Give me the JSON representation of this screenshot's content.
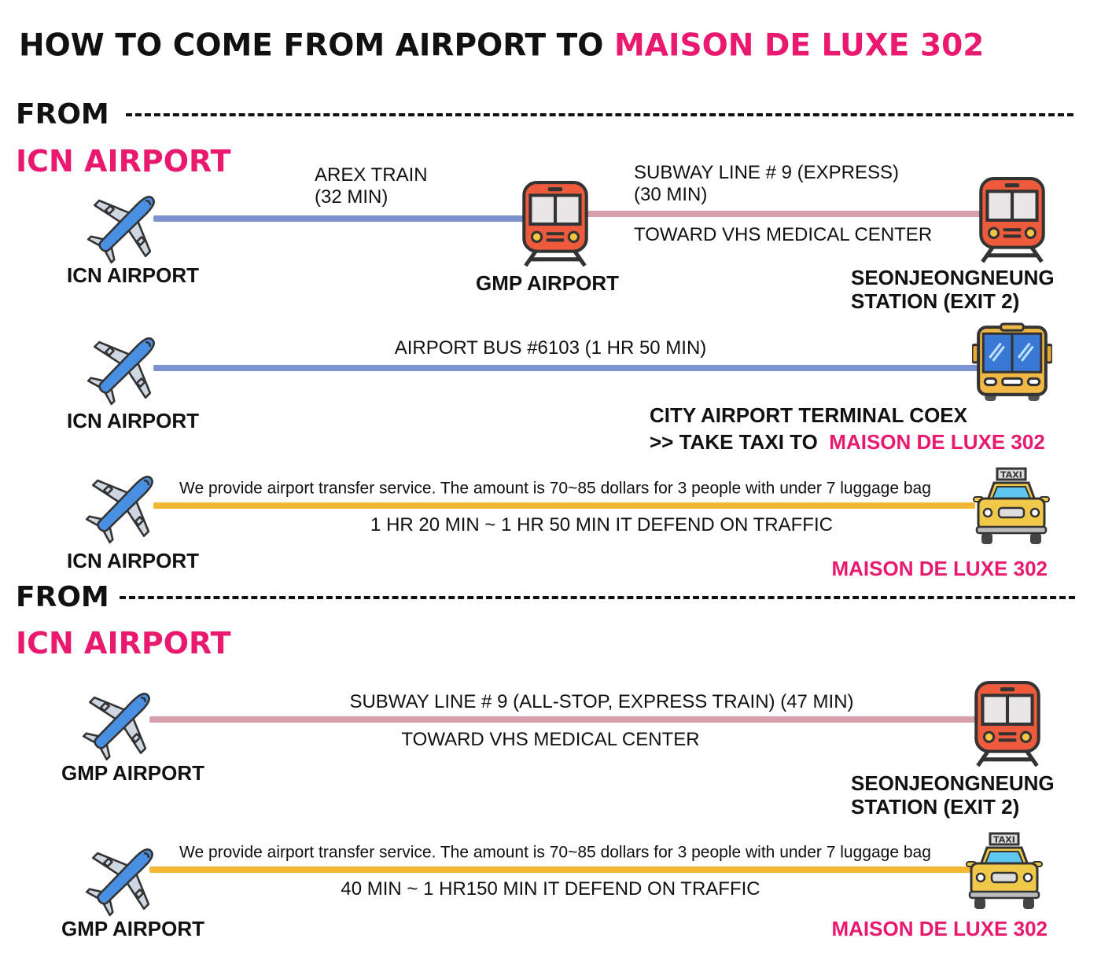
{
  "title": {
    "prefix": "HOW TO COME FROM AIRPORT TO",
    "highlight": "MAISON DE LUXE 302"
  },
  "colors": {
    "accent": "#e8196e",
    "train_line": "#7d93cf",
    "subway_line": "#d8a0aa",
    "taxi_line": "#f2b733"
  },
  "section1": {
    "from_label": "FROM",
    "origin": "ICN AIRPORT",
    "route_train": {
      "start": "ICN AIRPORT",
      "leg1_name": "AREX TRAIN",
      "leg1_time": "(32 MIN)",
      "transfer": "GMP AIRPORT",
      "leg2_name": "SUBWAY LINE # 9 (EXPRESS)",
      "leg2_time": "(30 MIN)",
      "leg2_direction": "TOWARD VHS MEDICAL CENTER",
      "end_line1": "SEONJEONGNEUNG",
      "end_line2": "STATION (EXIT 2)",
      "icons": [
        "airplane-icon",
        "train-icon",
        "train-icon"
      ]
    },
    "route_bus": {
      "start": "ICN AIRPORT",
      "leg": "AIRPORT BUS #6103 (1 HR 50 MIN)",
      "end_line1": "CITY AIRPORT TERMINAL COEX",
      "end_line2_prefix": ">> TAKE TAXI TO",
      "end_line2_highlight": "MAISON DE LUXE 302",
      "icons": [
        "airplane-icon",
        "bus-icon"
      ]
    },
    "route_taxi": {
      "start": "ICN AIRPORT",
      "note": "We provide airport transfer service. The amount is 70~85 dollars for 3 people with under 7 luggage bag",
      "duration": "1 HR 20 MIN ~ 1 HR 50 MIN IT DEFEND ON TRAFFIC",
      "end": "MAISON DE LUXE 302",
      "icons": [
        "airplane-icon",
        "taxi-icon"
      ]
    }
  },
  "section2": {
    "from_label": "FROM",
    "origin": "ICN AIRPORT",
    "route_subway": {
      "start": "GMP AIRPORT",
      "leg": "SUBWAY LINE # 9 (ALL-STOP, EXPRESS TRAIN) (47 MIN)",
      "direction": "TOWARD VHS MEDICAL CENTER",
      "end_line1": "SEONJEONGNEUNG",
      "end_line2": "STATION (EXIT 2)",
      "icons": [
        "airplane-icon",
        "train-icon"
      ]
    },
    "route_taxi": {
      "start": "GMP AIRPORT",
      "note": "We provide airport transfer service. The amount is 70~85 dollars for 3 people with under 7 luggage bag",
      "duration": "40 MIN ~ 1 HR150 MIN IT DEFEND ON TRAFFIC",
      "end": "MAISON DE LUXE 302",
      "taxi_sign": "TAXI",
      "icons": [
        "airplane-icon",
        "taxi-icon"
      ]
    }
  }
}
